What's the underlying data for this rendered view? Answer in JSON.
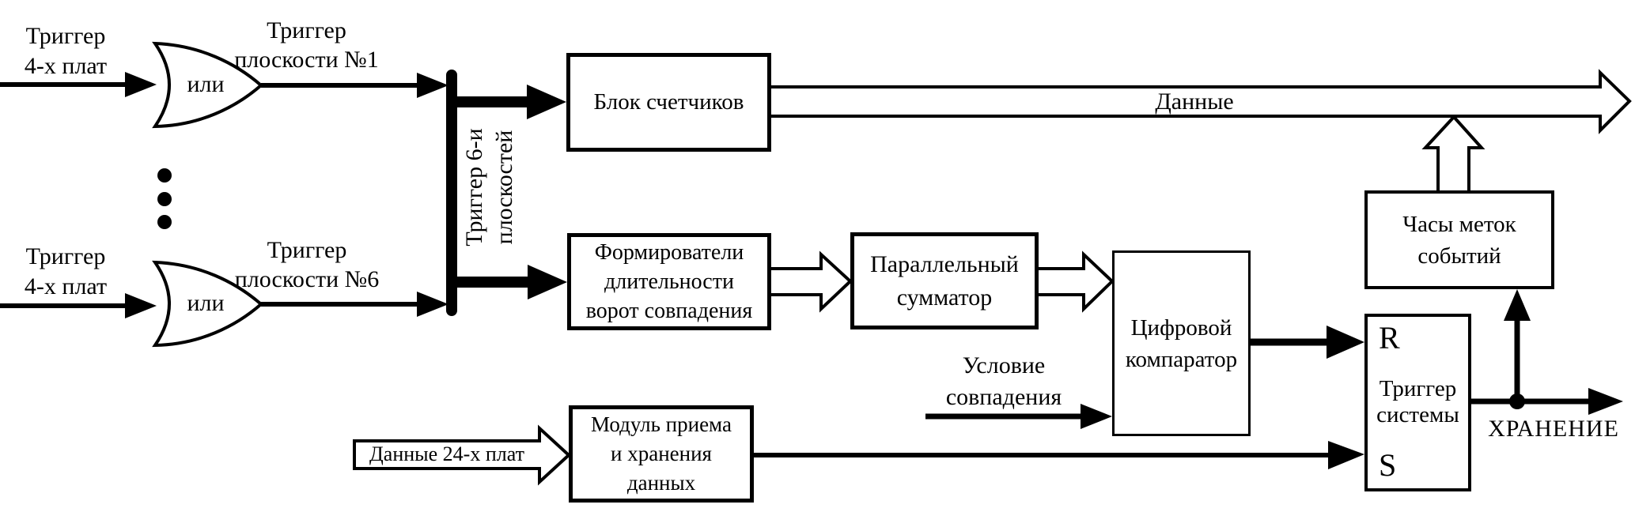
{
  "colors": {
    "ink": "#000000",
    "background": "#ffffff"
  },
  "diagram": {
    "inputs": {
      "input1": {
        "line1": "Триггер",
        "line2": "4-х плат"
      },
      "input6": {
        "line1": "Триггер",
        "line2": "4-х плат"
      }
    },
    "or_gates": {
      "gate1": "или",
      "gate2": "или"
    },
    "plane_triggers": {
      "plane1": {
        "line1": "Триггер",
        "line2": "плоскости №1"
      },
      "plane6": {
        "line1": "Триггер",
        "line2": "плоскости №6"
      }
    },
    "bus_label": {
      "line1": "Триггер 6-и",
      "line2": "плоскостей"
    },
    "boxes": {
      "counters": {
        "line1": "Блок счетчиков"
      },
      "formers": {
        "line1": "Формирователи",
        "line2": "длительности",
        "line3": "ворот совпадения"
      },
      "adder": {
        "line1": "Параллельный",
        "line2": "сумматор"
      },
      "comparator": {
        "line1": "Цифровой",
        "line2": "компаратор"
      },
      "module": {
        "line1": "Модуль приема",
        "line2": "и хранения",
        "line3": "данных"
      },
      "clock": {
        "line1": "Часы меток",
        "line2": "событий"
      },
      "rs_trigger": {
        "r": "R",
        "s": "S",
        "line1": "Триггер",
        "line2": "системы"
      }
    },
    "signals": {
      "data_bus": "Данные",
      "data_24": "Данные 24-х плат",
      "condition": {
        "line1": "Условие",
        "line2": "совпадения"
      },
      "storage": "ХРАНЕНИЕ"
    }
  }
}
